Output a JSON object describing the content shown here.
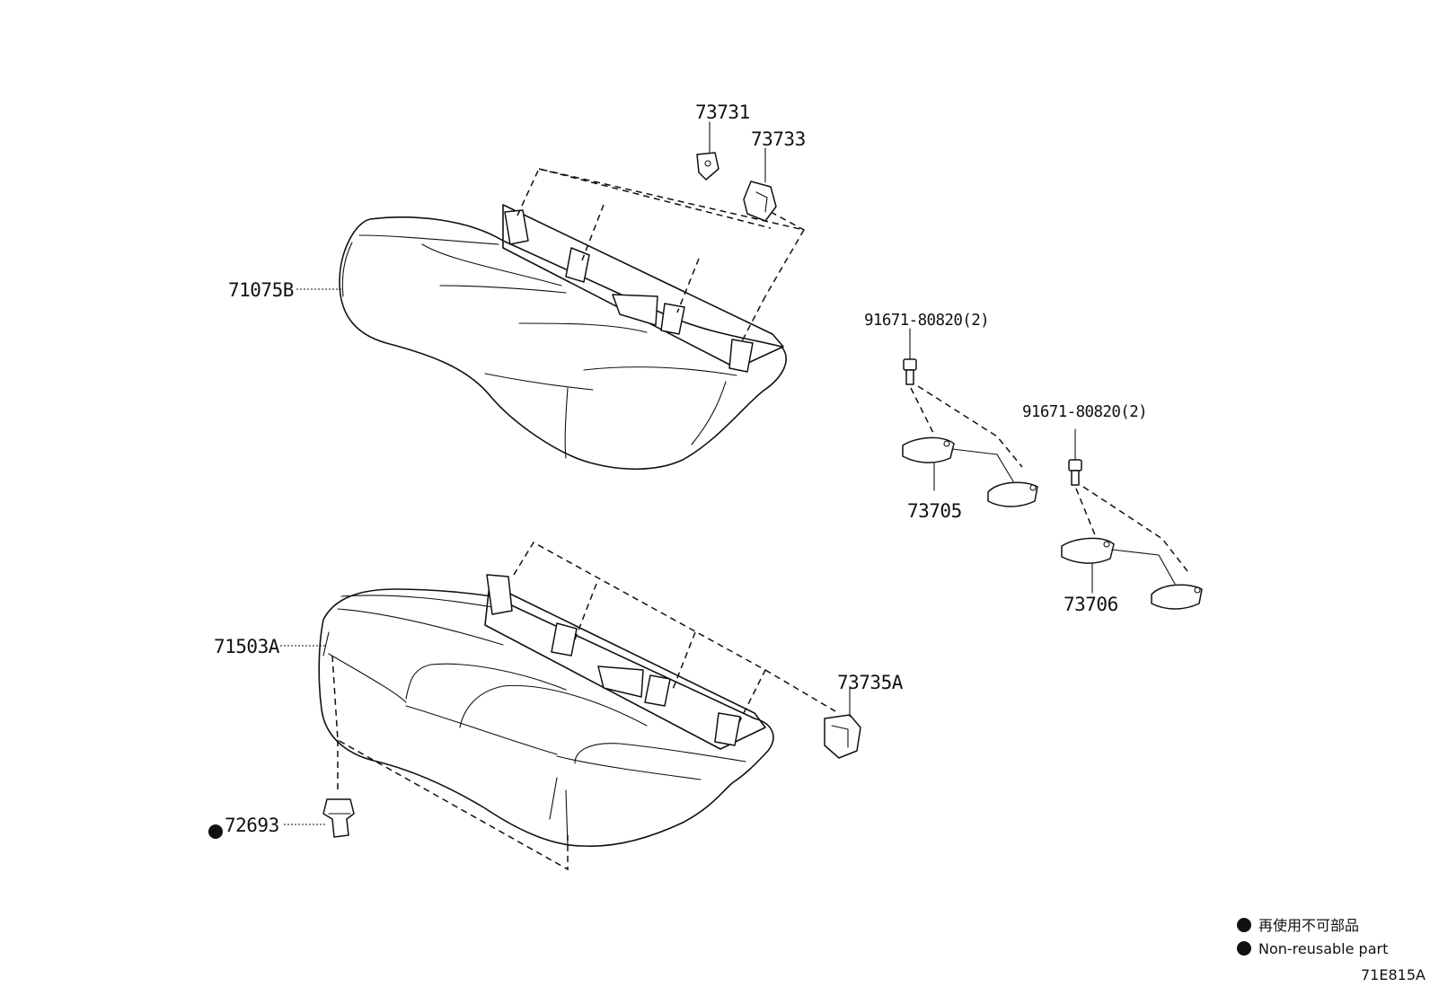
{
  "callouts": {
    "seatback_cover": "71075B",
    "hook_73731": "73731",
    "hook_73733": "73733",
    "bolt_left": "91671-80820(2)",
    "bolt_right": "91671-80820(2)",
    "bracket_73705": "73705",
    "bracket_73706": "73706",
    "cushion_cover": "71503A",
    "hook_73735a": "73735A",
    "clip_72693": "72693"
  },
  "legend": {
    "bullet": "●",
    "jp_label": "再使用不可部品",
    "en_label": "Non-reusable part"
  },
  "figure_code": "71E815A"
}
